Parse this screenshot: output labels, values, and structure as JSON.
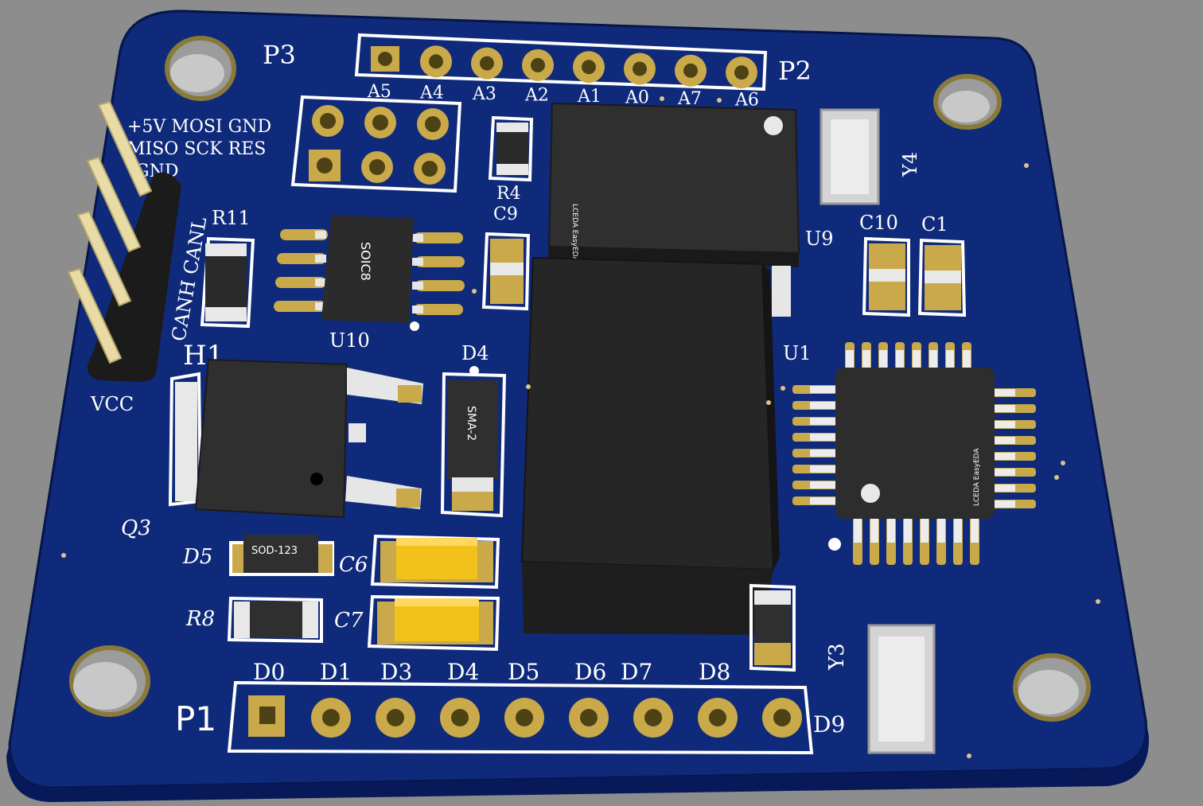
{
  "board": {
    "colors": {
      "background": "#8d8d8d",
      "solder_mask": "#0f2a7a",
      "pad_gold": "#c9a94a",
      "silkscreen": "#ffffff",
      "ic_body": "#2b2b2b",
      "capacitor": "#f2c21b",
      "crystal": "#d0d0d0"
    },
    "headers": {
      "p3": "P3",
      "p2": "P2",
      "p1": "P1",
      "h1": "H1"
    },
    "top_pins": [
      "A5",
      "A4",
      "A3",
      "A2",
      "A1",
      "A0",
      "A7",
      "A6"
    ],
    "bottom_pins": [
      "D0",
      "D1",
      "D3",
      "D4",
      "D5",
      "D6",
      "D7",
      "D8"
    ],
    "bottom_pin_end": "D9",
    "isp_labels": {
      "line1": "+5V MOSI GND",
      "line2": "MISO SCK RES",
      "line3": "GND"
    },
    "can_labels": {
      "canh_canl": "CANH CANL",
      "vcc": "VCC"
    },
    "refdes": {
      "r11": "R11",
      "r4": "R4",
      "r8": "R8",
      "c9": "C9",
      "c10": "C10",
      "c1": "C1",
      "c6": "C6",
      "c7": "C7",
      "u10": "U10",
      "u9": "U9",
      "u1": "U1",
      "d4": "D4",
      "d5": "D5",
      "q3": "Q3",
      "y4": "Y4",
      "y3": "Y3"
    },
    "package_marks": {
      "soic8": "SOIC8",
      "sma2": "SMA-2",
      "sod123": "SOD-123",
      "logo_text": "LCEDA EasyEDA"
    }
  }
}
